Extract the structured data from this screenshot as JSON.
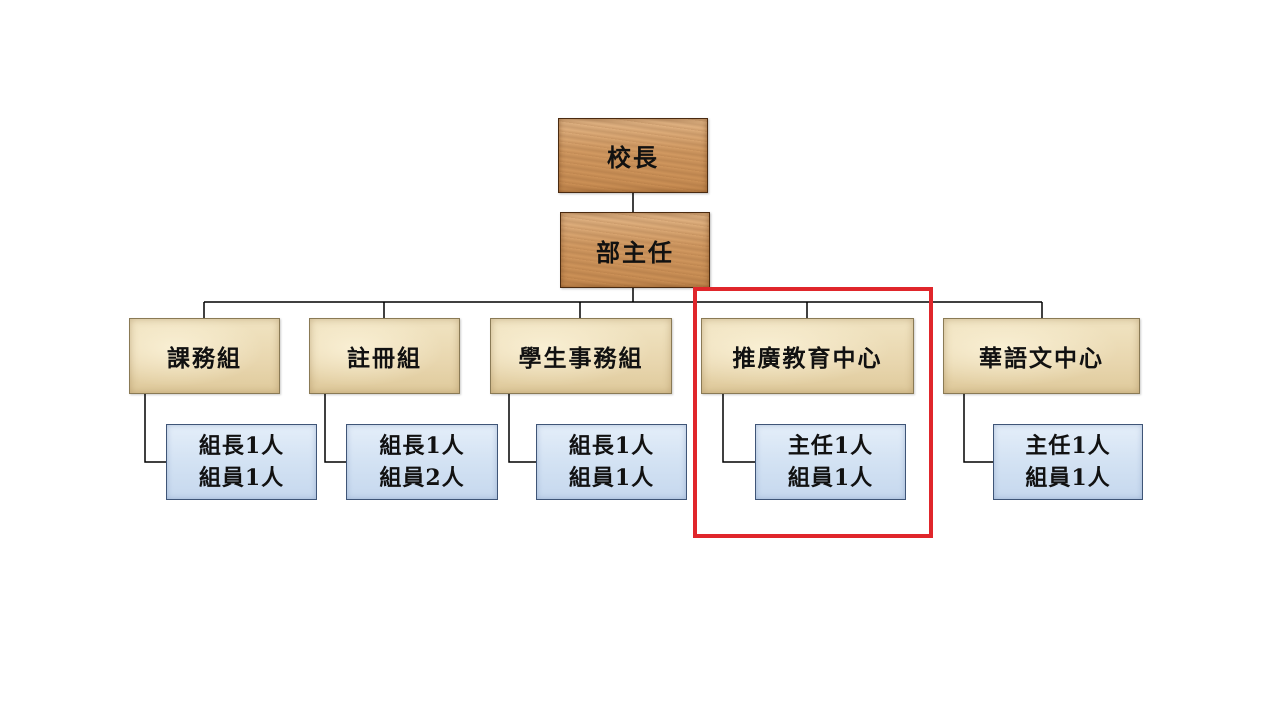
{
  "diagram": {
    "principal": {
      "label": "校長"
    },
    "director": {
      "label": "部主任"
    },
    "units": [
      {
        "name": "課務組",
        "staff": [
          "組長1人",
          "組員1人"
        ]
      },
      {
        "name": "註冊組",
        "staff": [
          "組長1人",
          "組員2人"
        ]
      },
      {
        "name": "學生事務組",
        "staff": [
          "組長1人",
          "組員1人"
        ]
      },
      {
        "name": "推廣教育中心",
        "staff": [
          "主任1人",
          "組員1人"
        ]
      },
      {
        "name": "華語文中心",
        "staff": [
          "主任1人",
          "組員1人"
        ]
      }
    ],
    "highlighted_unit_index": 3,
    "colors": {
      "connector": "#000000",
      "highlight_border": "#e0262b",
      "leader_box": "#d29a62",
      "unit_box": "#e8d6ae",
      "staff_box": "#d3e2f3"
    }
  }
}
